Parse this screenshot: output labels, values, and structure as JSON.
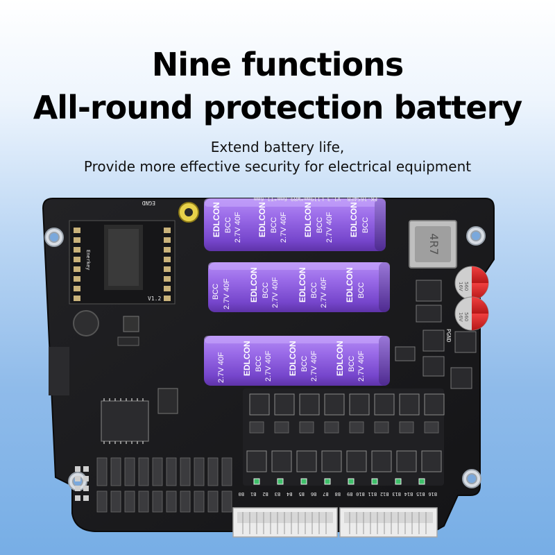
{
  "headline": {
    "line1": "Nine functions",
    "line2": "All-round protection battery"
  },
  "subtitle": {
    "line1": "Extend battery life,",
    "line2": "Provide more effective security for electrical equipment"
  },
  "board": {
    "model_text": "EK-16S4EB _V1.3_L119mm*W89.6mm*T1.6mm",
    "brand_text": "Enerkey",
    "inductor_text": "4R7",
    "egnd_text": "EGND",
    "pgnd_text": "PGND",
    "version_text": "V1.2",
    "capacitor": {
      "brand": "EDLCON",
      "series": "BCC",
      "rating": "2.7V 40F"
    },
    "electrolytic": {
      "line1": "560",
      "line2": "16V"
    },
    "connector_labels": [
      "B0",
      "B1",
      "B2",
      "B3",
      "B4",
      "B5",
      "B6",
      "B7",
      "B8",
      "B9",
      "B10",
      "B11",
      "B12",
      "B13",
      "B14",
      "B15",
      "B16"
    ],
    "colors": {
      "pcb": "#1b1b1d",
      "capacitor_wrap": "#8e5fe0",
      "connector": "#ececec",
      "electrolytic_top": "#d8262a"
    }
  }
}
